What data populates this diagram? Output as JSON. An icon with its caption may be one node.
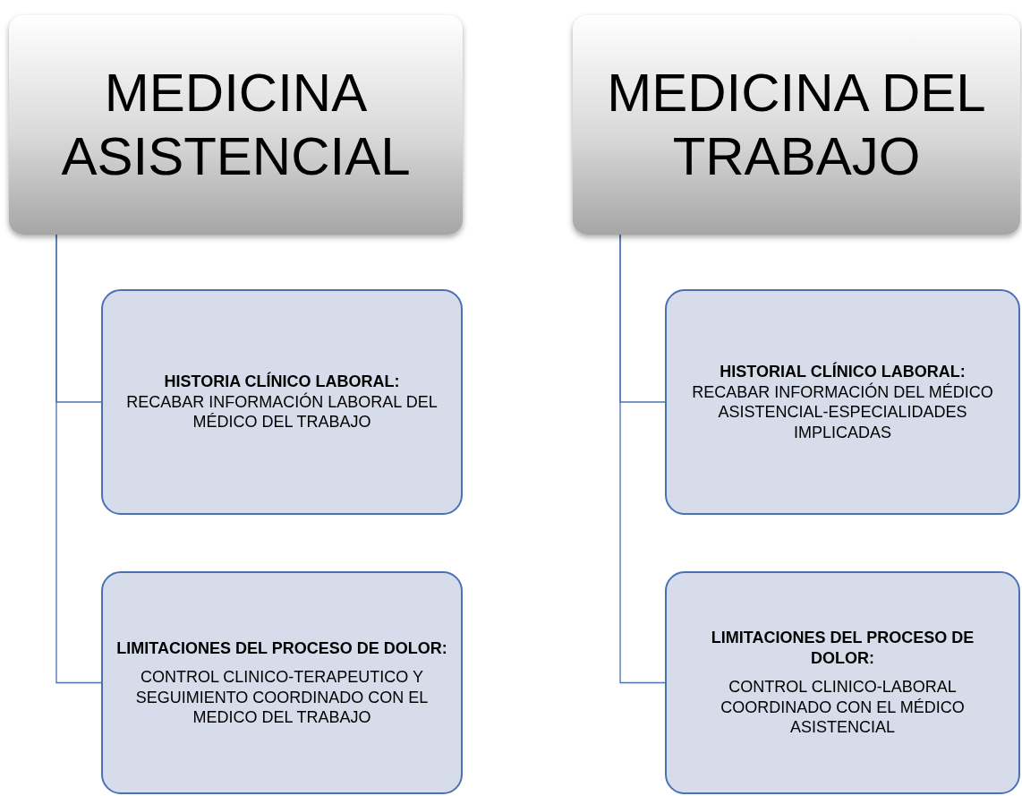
{
  "diagram": {
    "nodes": [
      {
        "text": [
          "MEDICINA ASISTENCIAL"
        ]
      },
      {
        "text": [
          "HISTORIA CLÍNICO LABORAL:",
          "RECABAR INFORMACIÓN LABORAL DEL MÉDICO DEL TRABAJO"
        ]
      },
      {
        "text": [
          "LIMITACIONES DEL PROCESO DE DOLOR:",
          "CONTROL CLINICO-TERAPEUTICO Y SEGUIMIENTO COORDINADO CON EL MEDICO DEL TRABAJO"
        ]
      },
      {
        "text": [
          "MEDICINA DEL TRABAJO"
        ]
      },
      {
        "text": [
          "HISTORIAL CLÍNICO LABORAL:",
          "RECABAR INFORMACIÓN DEL MÉDICO ASISTENCIAL-ESPECIALIDADES IMPLICADAS"
        ]
      },
      {
        "text": [
          "LIMITACIONES DEL PROCESO DE DOLOR:",
          "CONTROL CLINICO-LABORAL COORDINADO CON EL MÉDICO ASISTENCIAL"
        ]
      }
    ],
    "edges": [
      {
        "from": 0,
        "to": 1,
        "arrow": "none"
      },
      {
        "from": 0,
        "to": 2,
        "arrow": "none"
      },
      {
        "from": 3,
        "to": 4,
        "arrow": "none"
      },
      {
        "from": 3,
        "to": 5,
        "arrow": "none"
      }
    ]
  }
}
